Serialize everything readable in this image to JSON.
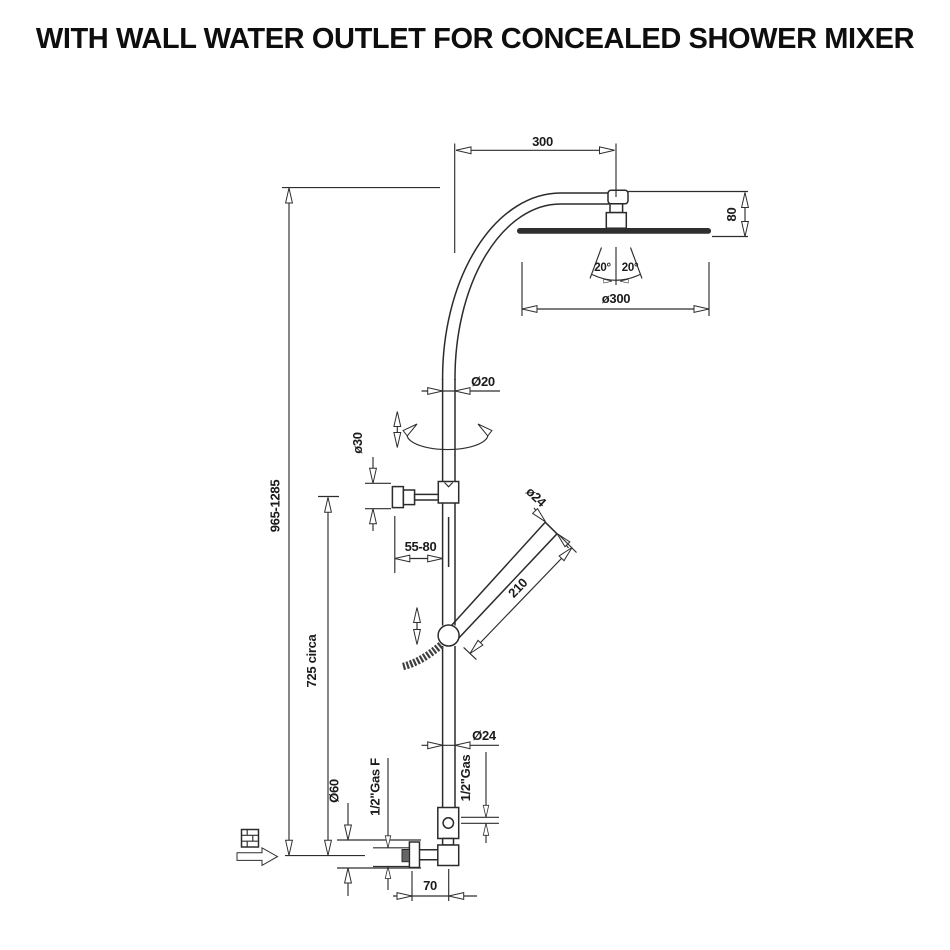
{
  "title": "WITH WALL WATER OUTLET FOR CONCEALED SHOWER MIXER",
  "diagram": {
    "type": "technical-dimension-drawing",
    "subject": "shower column with wall water outlet",
    "units": "mm",
    "dims": {
      "head_offset": "300",
      "head_drop": "80",
      "tilt_left": "20°",
      "tilt_right": "20°",
      "head_diameter": "ø300",
      "pipe_diameter": "Ø20",
      "bracket_diameter": "ø30",
      "wall_distance": "55-80",
      "handshower_diameter": "ø24",
      "handshower_length": "210",
      "total_height": "965-1285",
      "bracket_height": "725 circa",
      "riser_diameter": "Ø24",
      "outlet_thread": "1/2\"Gas F",
      "riser_thread": "1/2\"Gas",
      "outlet_diameter": "Ø60",
      "outlet_projection": "70"
    }
  }
}
